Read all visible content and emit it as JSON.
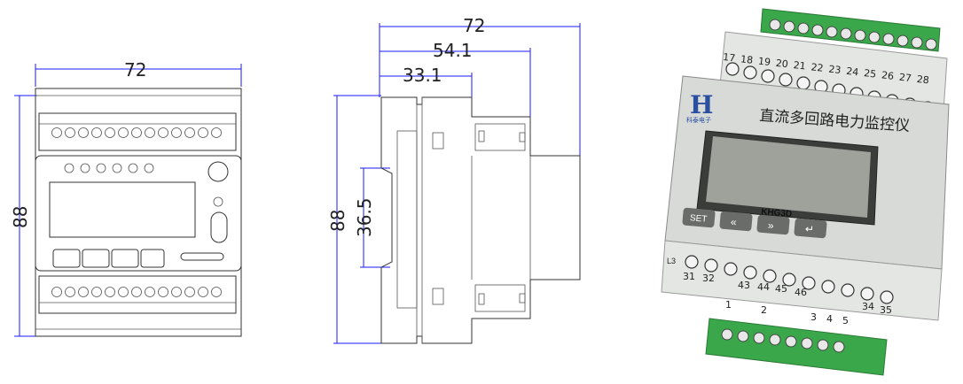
{
  "front_view": {
    "width_dim": "72",
    "height_dim": "88"
  },
  "side_view": {
    "width_dim": "72",
    "mid_dim": "54.1",
    "inner_dim": "33.1",
    "height_dim": "88",
    "rail_dim": "36.5"
  },
  "photo": {
    "title": "直流多回路电力监控仪",
    "brand_sub": "科泰电子",
    "model": "KHG3D",
    "buttons": [
      "SET",
      "«",
      "»",
      "↵"
    ],
    "top_numbers": [
      "17",
      "18",
      "19",
      "20",
      "21",
      "22",
      "23",
      "24",
      "25",
      "26",
      "27",
      "28"
    ],
    "bottom_numbers": [
      "31",
      "32",
      "43",
      "44",
      "45",
      "46",
      "34",
      "35"
    ],
    "lower_numbers": [
      "1",
      "2",
      "3",
      "4",
      "5"
    ],
    "side_mark": "L3"
  },
  "colors": {
    "dimension": "#1a1aff",
    "terminal_green": "#3aa84a",
    "body_grey": "#d8dad8"
  }
}
